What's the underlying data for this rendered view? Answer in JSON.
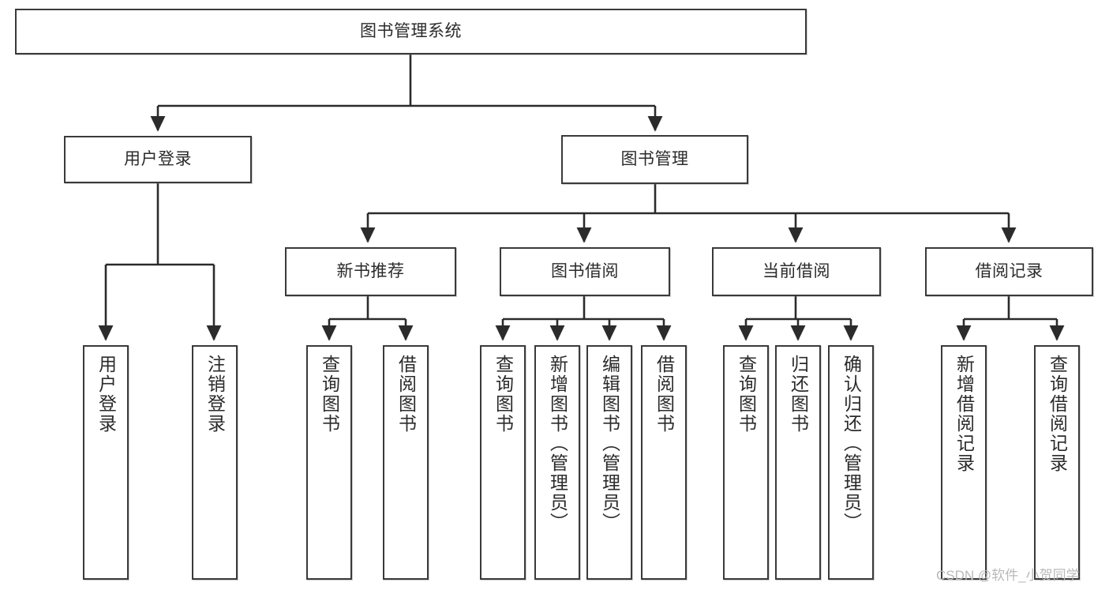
{
  "diagram": {
    "title_node": {
      "label": "图书管理系统"
    },
    "level2": [
      {
        "id": "user-login",
        "label": "用户登录"
      },
      {
        "id": "book-manage",
        "label": "图书管理"
      }
    ],
    "level3": [
      {
        "id": "new-book-recommend",
        "label": "新书推荐"
      },
      {
        "id": "book-borrow",
        "label": "图书借阅"
      },
      {
        "id": "current-borrow",
        "label": "当前借阅"
      },
      {
        "id": "borrow-record",
        "label": "借阅记录"
      }
    ],
    "level4": {
      "user_login": [
        {
          "id": "leaf-user-login",
          "label": "用户登录"
        },
        {
          "id": "leaf-logout-login",
          "label": "注销登录"
        }
      ],
      "new_book_recommend": [
        {
          "id": "leaf-query-book-1",
          "label": "查询图书"
        },
        {
          "id": "leaf-borrow-book-1",
          "label": "借阅图书"
        }
      ],
      "book_borrow": [
        {
          "id": "leaf-query-book-2",
          "label": "查询图书"
        },
        {
          "id": "leaf-add-book",
          "label": "新增图书（管理员）"
        },
        {
          "id": "leaf-edit-book",
          "label": "编辑图书（管理员）"
        },
        {
          "id": "leaf-borrow-book-2",
          "label": "借阅图书"
        }
      ],
      "current_borrow": [
        {
          "id": "leaf-query-book-3",
          "label": "查询图书"
        },
        {
          "id": "leaf-return-book",
          "label": "归还图书"
        },
        {
          "id": "leaf-confirm-return",
          "label": "确认归还（管理员）"
        }
      ],
      "borrow_record": [
        {
          "id": "leaf-add-record",
          "label": "新增借阅记录"
        },
        {
          "id": "leaf-query-record",
          "label": "查询借阅记录"
        }
      ]
    }
  },
  "watermark": {
    "text": "CSDN @软件_小贺同学"
  },
  "colors": {
    "background": "#ffffff",
    "node_fill": "#ffffff",
    "node_border": "#3a3a3a",
    "edge": "#2b2b2b",
    "text": "#2b2b2b",
    "watermark": "#b9b9b9"
  }
}
